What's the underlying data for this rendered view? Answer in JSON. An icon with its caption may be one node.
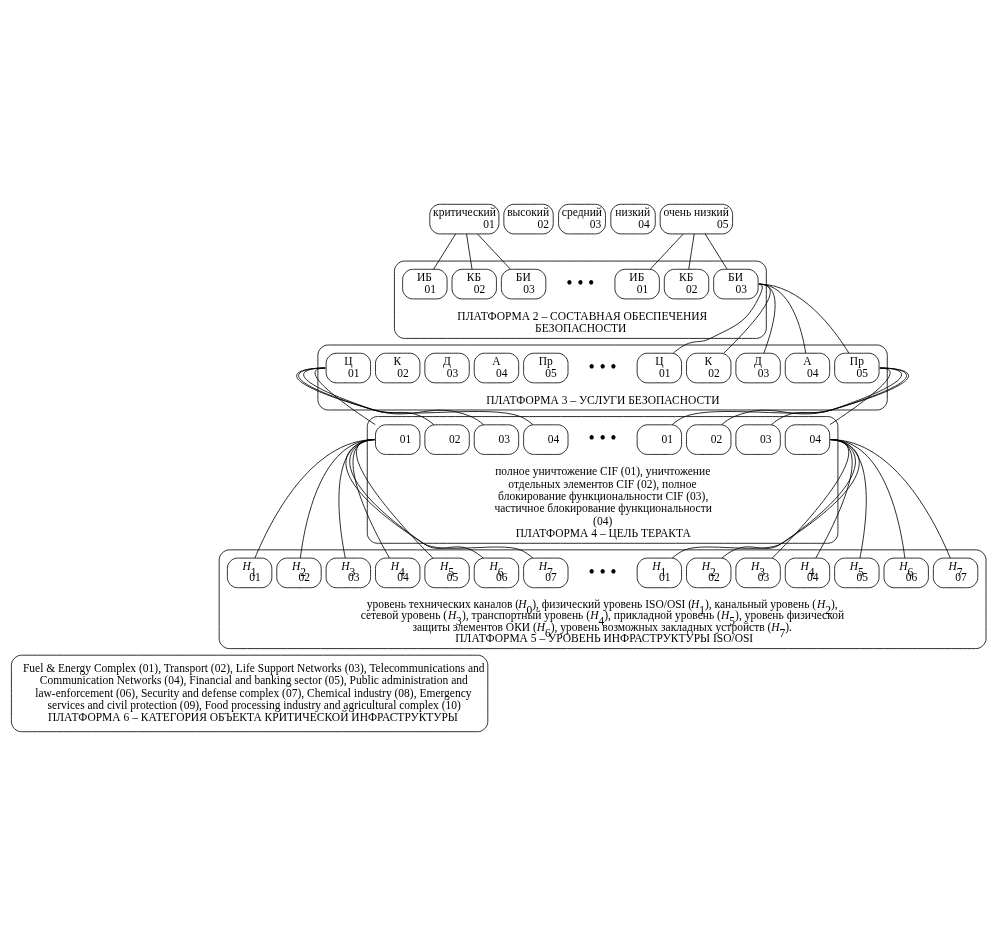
{
  "diagram": {
    "nodes": [
      {
        "text": [
          "критический",
          "01"
        ]
      },
      {
        "text": [
          "высокий",
          "02"
        ]
      },
      {
        "text": [
          "средний",
          "03"
        ]
      },
      {
        "text": [
          "низкий",
          "04"
        ]
      },
      {
        "text": [
          "очень низкий",
          "05"
        ]
      },
      {
        "text": [
          "ПЛАТФОРМА 2 – СОСТАВНАЯ ОБЕСПЕЧЕНИЯ БЕЗОПАСНОСТИ"
        ]
      },
      {
        "text": [
          "ИБ",
          "01"
        ],
        "in": 5
      },
      {
        "text": [
          "КБ",
          "02"
        ],
        "in": 5
      },
      {
        "text": [
          "БИ",
          "03"
        ],
        "in": 5
      },
      {
        "text": [
          "ИБ",
          "01"
        ],
        "in": 5
      },
      {
        "text": [
          "КБ",
          "02"
        ],
        "in": 5
      },
      {
        "text": [
          "БИ",
          "03"
        ],
        "in": 5
      },
      {
        "text": [
          "ПЛАТФОРМА 3 – УСЛУГИ БЕЗОПАСНОСТИ"
        ]
      },
      {
        "text": [
          "Ц",
          "01"
        ],
        "in": 12
      },
      {
        "text": [
          "К",
          "02"
        ],
        "in": 12
      },
      {
        "text": [
          "Д",
          "03"
        ],
        "in": 12
      },
      {
        "text": [
          "А",
          "04"
        ],
        "in": 12
      },
      {
        "text": [
          "Пр",
          "05"
        ],
        "in": 12
      },
      {
        "text": [
          "Ц",
          "01"
        ],
        "in": 12
      },
      {
        "text": [
          "К",
          "02"
        ],
        "in": 12
      },
      {
        "text": [
          "Д",
          "03"
        ],
        "in": 12
      },
      {
        "text": [
          "А",
          "04"
        ],
        "in": 12
      },
      {
        "text": [
          "Пр",
          "05"
        ],
        "in": 12
      },
      {
        "text": [
          "полное уничтожение CIF (01), уничтожение отдельных элементов CIF (02), полное блокирование функциональности CIF (03), частичное блокирование функциональности (04)",
          "ПЛАТФОРМА 4 – ЦЕЛЬ ТЕРАКТА"
        ]
      },
      {
        "text": [
          "01"
        ],
        "in": 23
      },
      {
        "text": [
          "02"
        ],
        "in": 23
      },
      {
        "text": [
          "03"
        ],
        "in": 23
      },
      {
        "text": [
          "04"
        ],
        "in": 23
      },
      {
        "text": [
          "01"
        ],
        "in": 23
      },
      {
        "text": [
          "02"
        ],
        "in": 23
      },
      {
        "text": [
          "03"
        ],
        "in": 23
      },
      {
        "text": [
          "04"
        ],
        "in": 23
      },
      {
        "text": [
          "уровень технических каналов (*H*$_{0}$), физический уровень ISO/OSI (*H*$_{1}$), канальный уровень (*H*$_{2}$), сетевой уровень (*H*$_{3}$), транспортный уровень (*H*$_{4}$), прикладной уровень (*H*$_{5}$), уровень физической защиты элементов ОКИ (*H*$_{6}$), уровень возможных закладных устройств (*H*$_{7}$).",
          "ПЛАТФОРМА 5 – УРОВЕНЬ ИНФРАСТРУКТУРЫ ISO/OSI"
        ]
      },
      {
        "text": [
          "*H*$_{1}$",
          "01"
        ],
        "in": 32
      },
      {
        "text": [
          "*H*$_{2}$",
          "02"
        ],
        "in": 32
      },
      {
        "text": [
          "*H*$_{3}$",
          "03"
        ],
        "in": 32
      },
      {
        "text": [
          "*H*$_{4}$",
          "04"
        ],
        "in": 32
      },
      {
        "text": [
          "*H*$_{5}$",
          "05"
        ],
        "in": 32
      },
      {
        "text": [
          "*H*$_{6}$",
          "06"
        ],
        "in": 32
      },
      {
        "text": [
          "*H*$_{7}$",
          "07"
        ],
        "in": 32
      },
      {
        "text": [
          "*H*$_{1}$",
          "01"
        ],
        "in": 32
      },
      {
        "text": [
          "*H*$_{2}$",
          "02"
        ],
        "in": 32
      },
      {
        "text": [
          "*H*$_{3}$",
          "03"
        ],
        "in": 32
      },
      {
        "text": [
          "*H*$_{4}$",
          "04"
        ],
        "in": 32
      },
      {
        "text": [
          "*H*$_{5}$",
          "05"
        ],
        "in": 32
      },
      {
        "text": [
          "*H*$_{6}$",
          "06"
        ],
        "in": 32
      },
      {
        "text": [
          "*H*$_{7}$",
          "07"
        ],
        "in": 32
      },
      {
        "text": [
          "Fuel & Energy Complex (01), Transport (02), Life Support Networks (03), Telecommunications and Communication Networks (04), Financial and banking sector (05), Public administration and law-enforcement (06), Security and defense complex (07), Chemical industry (08), Emergency services and civil protection (09), Food processing industry and agricultural complex (10)",
          "ПЛАТФОРМА 6 – КАТЕГОРИЯ ОБЪЕКТА КРИТИЧЕСКОЙ ИНФРАСТРУКТУРЫ"
        ]
      }
    ],
    "edges": [
      {
        "from": 0,
        "to": 6,
        "arrow": "none"
      },
      {
        "from": 0,
        "to": 7,
        "arrow": "none"
      },
      {
        "from": 0,
        "to": 8,
        "arrow": "none"
      },
      {
        "from": 4,
        "to": 9,
        "arrow": "none"
      },
      {
        "from": 4,
        "to": 10,
        "arrow": "none"
      },
      {
        "from": 4,
        "to": 11,
        "arrow": "none"
      },
      {
        "from": 11,
        "to": 18,
        "arrow": "none"
      },
      {
        "from": 11,
        "to": 19,
        "arrow": "none"
      },
      {
        "from": 11,
        "to": 20,
        "arrow": "none"
      },
      {
        "from": 11,
        "to": 21,
        "arrow": "none"
      },
      {
        "from": 11,
        "to": 22,
        "arrow": "none"
      },
      {
        "from": 13,
        "to": 24,
        "arrow": "none"
      },
      {
        "from": 13,
        "to": 25,
        "arrow": "none"
      },
      {
        "from": 13,
        "to": 26,
        "arrow": "none"
      },
      {
        "from": 13,
        "to": 27,
        "arrow": "none"
      },
      {
        "from": 22,
        "to": 28,
        "arrow": "none"
      },
      {
        "from": 22,
        "to": 29,
        "arrow": "none"
      },
      {
        "from": 22,
        "to": 30,
        "arrow": "none"
      },
      {
        "from": 22,
        "to": 31,
        "arrow": "none"
      },
      {
        "from": 24,
        "to": 33,
        "arrow": "none"
      },
      {
        "from": 24,
        "to": 34,
        "arrow": "none"
      },
      {
        "from": 24,
        "to": 35,
        "arrow": "none"
      },
      {
        "from": 24,
        "to": 36,
        "arrow": "none"
      },
      {
        "from": 24,
        "to": 37,
        "arrow": "none"
      },
      {
        "from": 24,
        "to": 38,
        "arrow": "none"
      },
      {
        "from": 24,
        "to": 39,
        "arrow": "none"
      },
      {
        "from": 31,
        "to": 40,
        "arrow": "none"
      },
      {
        "from": 31,
        "to": 41,
        "arrow": "none"
      },
      {
        "from": 31,
        "to": 42,
        "arrow": "none"
      },
      {
        "from": 31,
        "to": 43,
        "arrow": "none"
      },
      {
        "from": 31,
        "to": 44,
        "arrow": "none"
      },
      {
        "from": 31,
        "to": 45,
        "arrow": "none"
      },
      {
        "from": 31,
        "to": 46,
        "arrow": "none"
      }
    ],
    "labels": [
      "• • •",
      "• • •",
      "• • •",
      "• • •"
    ]
  }
}
